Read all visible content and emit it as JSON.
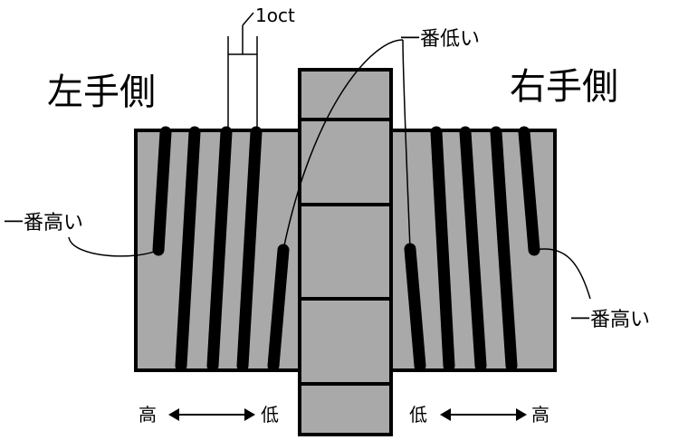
{
  "labels": {
    "left_side": "左手側",
    "right_side": "右手側",
    "octave": "1oct",
    "lowest": "一番低い",
    "highest_left": "一番高い",
    "highest_right": "一番高い",
    "axis_left_high": "高",
    "axis_left_low": "低",
    "axis_right_low": "低",
    "axis_right_high": "高",
    "arrow": "⟷"
  },
  "colors": {
    "body": "#a9a9a9",
    "center_block": "#a9a9a9",
    "outline": "#000000",
    "tine": "#000000"
  }
}
